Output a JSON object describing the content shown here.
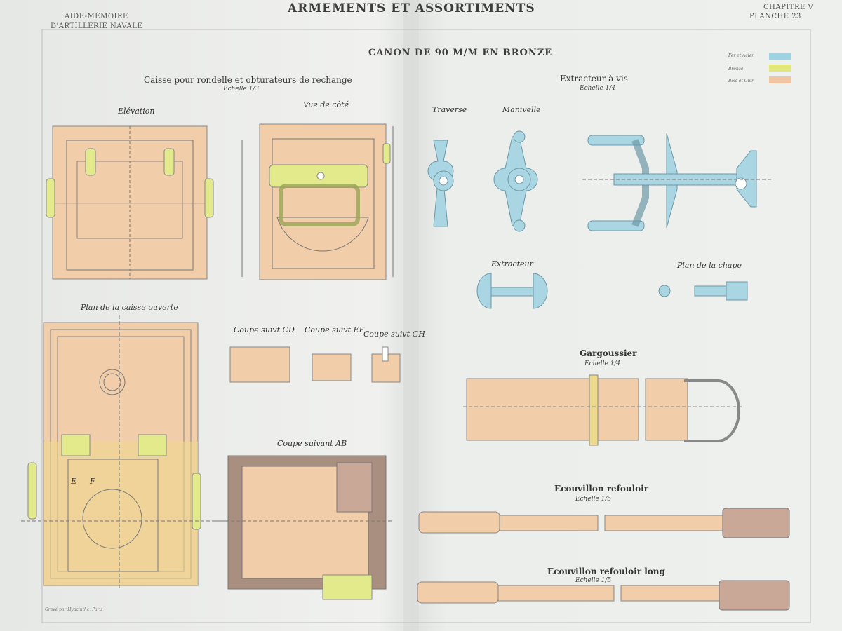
{
  "header": {
    "left_line1": "AIDE-MÉMOIRE",
    "left_line2": "D'ARTILLERIE NAVALE",
    "title": "ARMEMENTS ET ASSORTIMENTS",
    "chapter": "CHAPITRE V",
    "plate": "PLANCHE 23"
  },
  "drawing_title": "CANON DE 90 M/M EN BRONZE",
  "legend": [
    {
      "label": "Fer et Acier",
      "color": "#9fd2e0"
    },
    {
      "label": "Bronze",
      "color": "#e1e77a"
    },
    {
      "label": "Bois et Cuir",
      "color": "#efc5a3"
    }
  ],
  "sections": {
    "box": {
      "title": "Caisse pour rondelle et obturateurs de rechange",
      "scale": "Echelle 1/3",
      "elevation": "Elévation",
      "side_view": "Vue de côté",
      "open_plan": "Plan de la caisse ouverte",
      "section_cd": "Coupe suivt CD",
      "section_ef": "Coupe suivt EF",
      "section_gh": "Coupe suivt GH",
      "section_ab": "Coupe suivant AB",
      "letter_e": "E",
      "letter_f": "F"
    },
    "screw_extractor": {
      "title": "Extracteur à vis",
      "scale": "Echelle 1/4",
      "traverse": "Traverse",
      "crank": "Manivelle",
      "extractor": "Extracteur",
      "clevis_plan": "Plan de la chape"
    },
    "cartridge_case": {
      "title": "Gargoussier",
      "scale": "Echelle 1/4"
    },
    "rammer": {
      "title": "Ecouvillon refouloir",
      "scale": "Echelle 1/5"
    },
    "long_rammer": {
      "title": "Ecouvillon refouloir long",
      "scale": "Echelle 1/5"
    }
  },
  "credit": "Gravé par Hyacinthe, Paris"
}
